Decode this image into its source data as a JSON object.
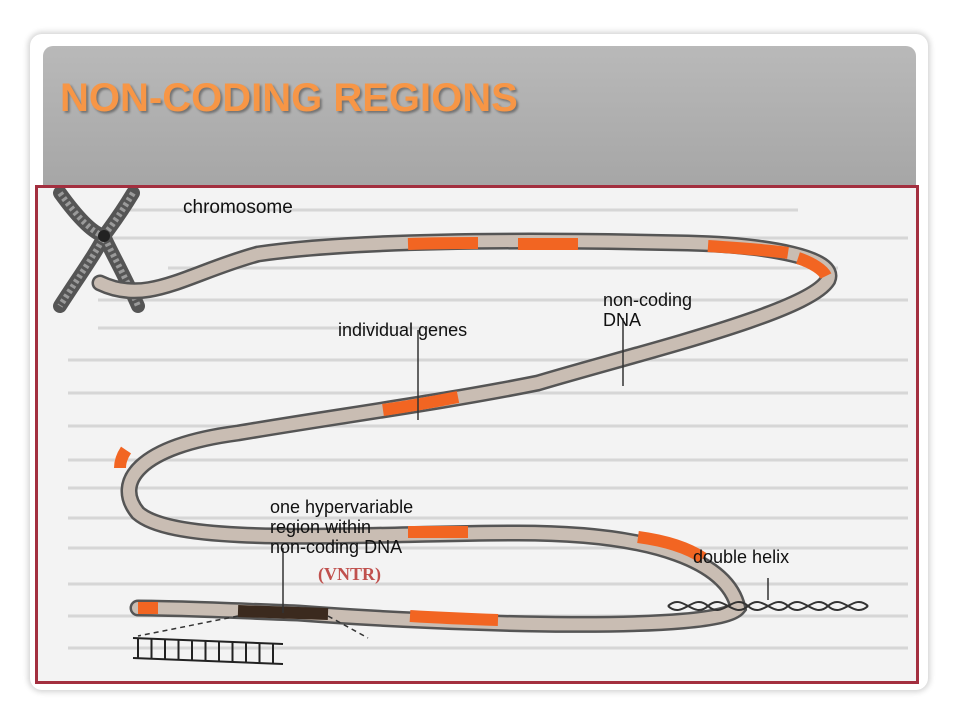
{
  "slide": {
    "title": "NON-CODING REGIONS"
  },
  "diagram": {
    "labels": {
      "chromosome": "chromosome",
      "non_coding_dna_line1": "non-coding",
      "non_coding_dna_line2": "DNA",
      "individual_genes": "individual genes",
      "hypervariable_line1": "one hypervariable",
      "hypervariable_line2": "region within",
      "hypervariable_line3": "non-coding DNA",
      "double_helix": "double helix",
      "vntr": "(VNTR)"
    },
    "colors": {
      "title": "#f79646",
      "frame_border": "#a32f3f",
      "strand": "#c9bdb3",
      "gene_segment": "#f26522",
      "hypervariable_segment": "#3b2a1e",
      "vntr_text": "#c0504d"
    }
  }
}
